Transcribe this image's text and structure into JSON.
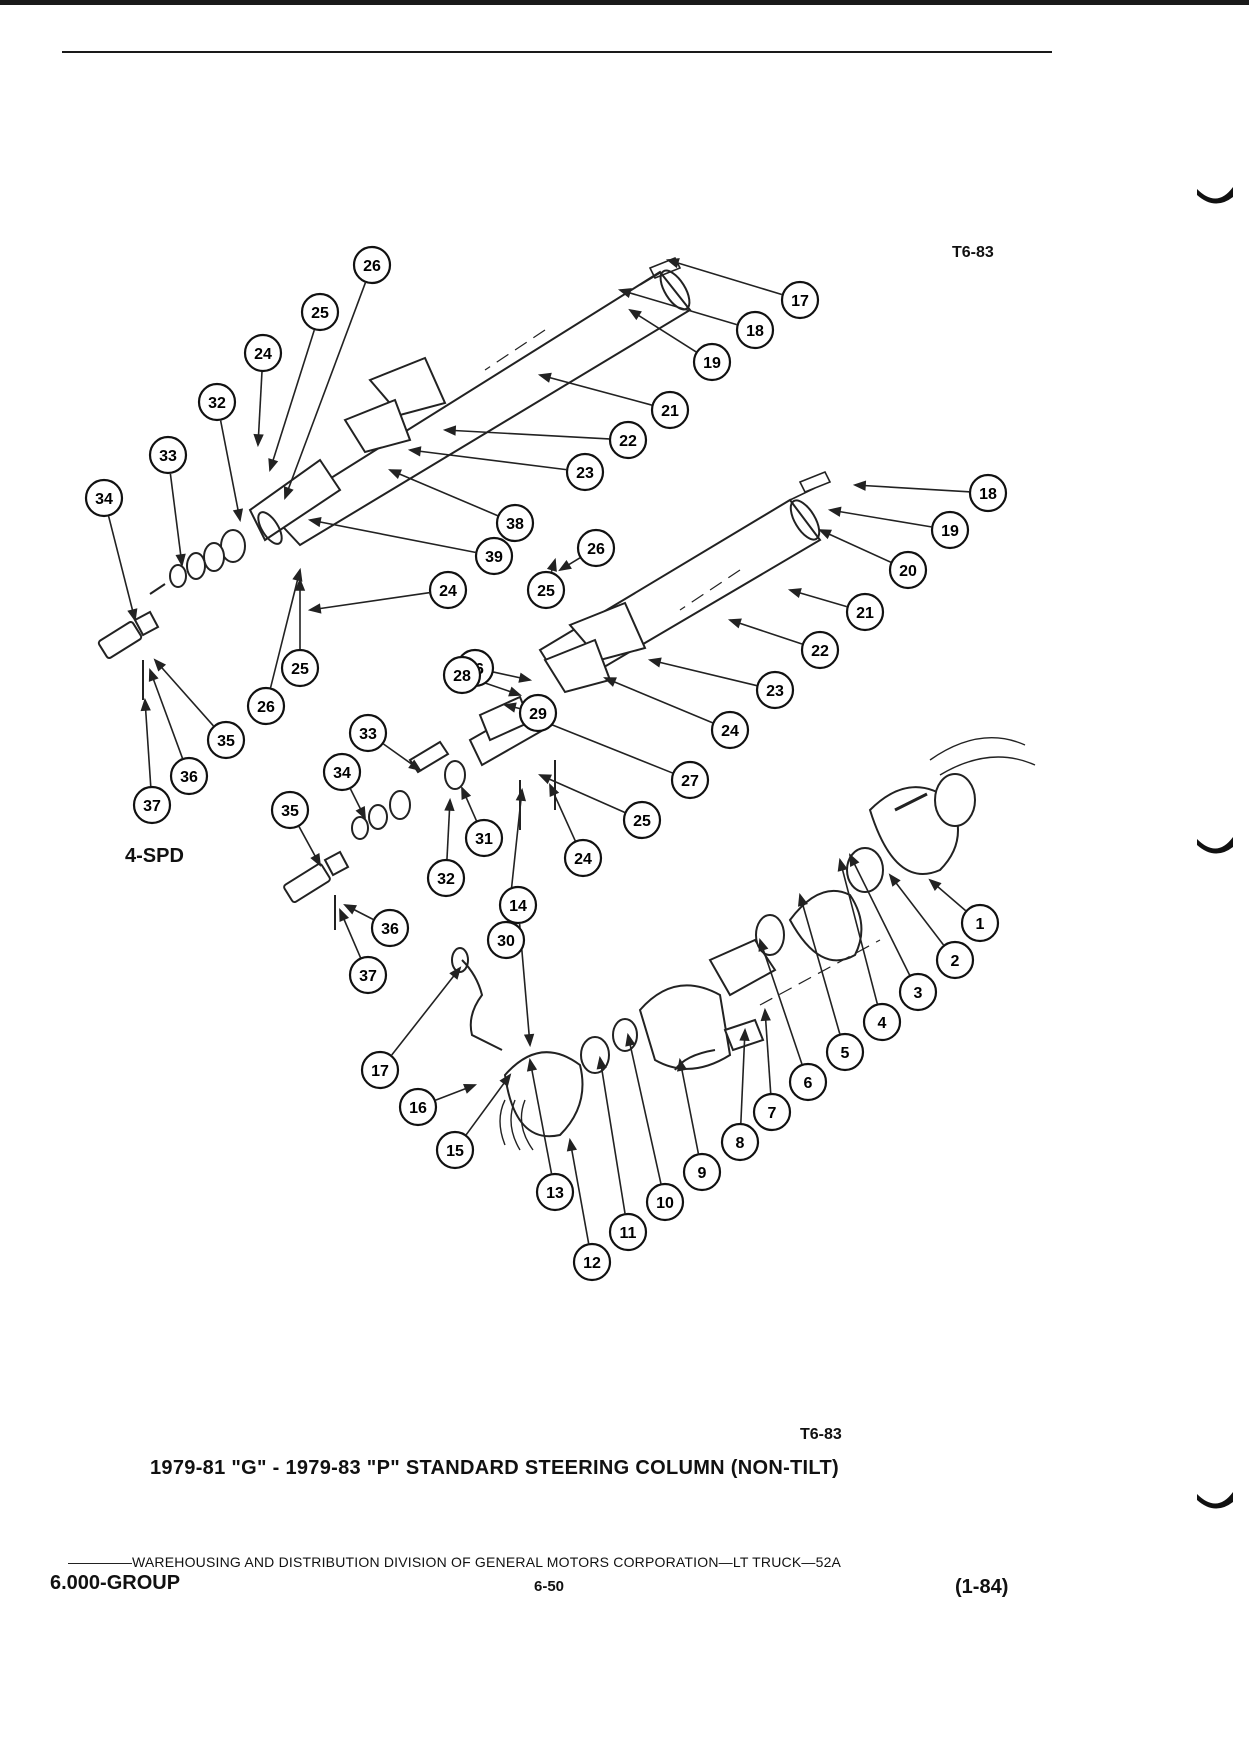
{
  "figure_ref_top": "T6-83",
  "figure_ref_bottom": "T6-83",
  "caption": "1979-81 \"G\" - 1979-83 \"P\" STANDARD STEERING COLUMN (NON-TILT)",
  "variant_label": "4-SPD",
  "footer": {
    "line": "WAREHOUSING AND DISTRIBUTION DIVISION OF GENERAL MOTORS CORPORATION—LT TRUCK—52A",
    "group": "6.000-GROUP",
    "page": "6-50",
    "date": "(1-84)"
  },
  "callouts": [
    "1",
    "2",
    "3",
    "4",
    "5",
    "6",
    "7",
    "8",
    "9",
    "10",
    "11",
    "12",
    "13",
    "14",
    "15",
    "16",
    "17",
    "17",
    "18",
    "18",
    "19",
    "19",
    "20",
    "21",
    "21",
    "22",
    "22",
    "23",
    "23",
    "24",
    "24",
    "24",
    "24",
    "25",
    "25",
    "25",
    "25",
    "26",
    "26",
    "26",
    "26",
    "27",
    "28",
    "29",
    "30",
    "31",
    "32",
    "32",
    "33",
    "33",
    "34",
    "34",
    "35",
    "35",
    "36",
    "36",
    "37",
    "37",
    "38",
    "39"
  ]
}
